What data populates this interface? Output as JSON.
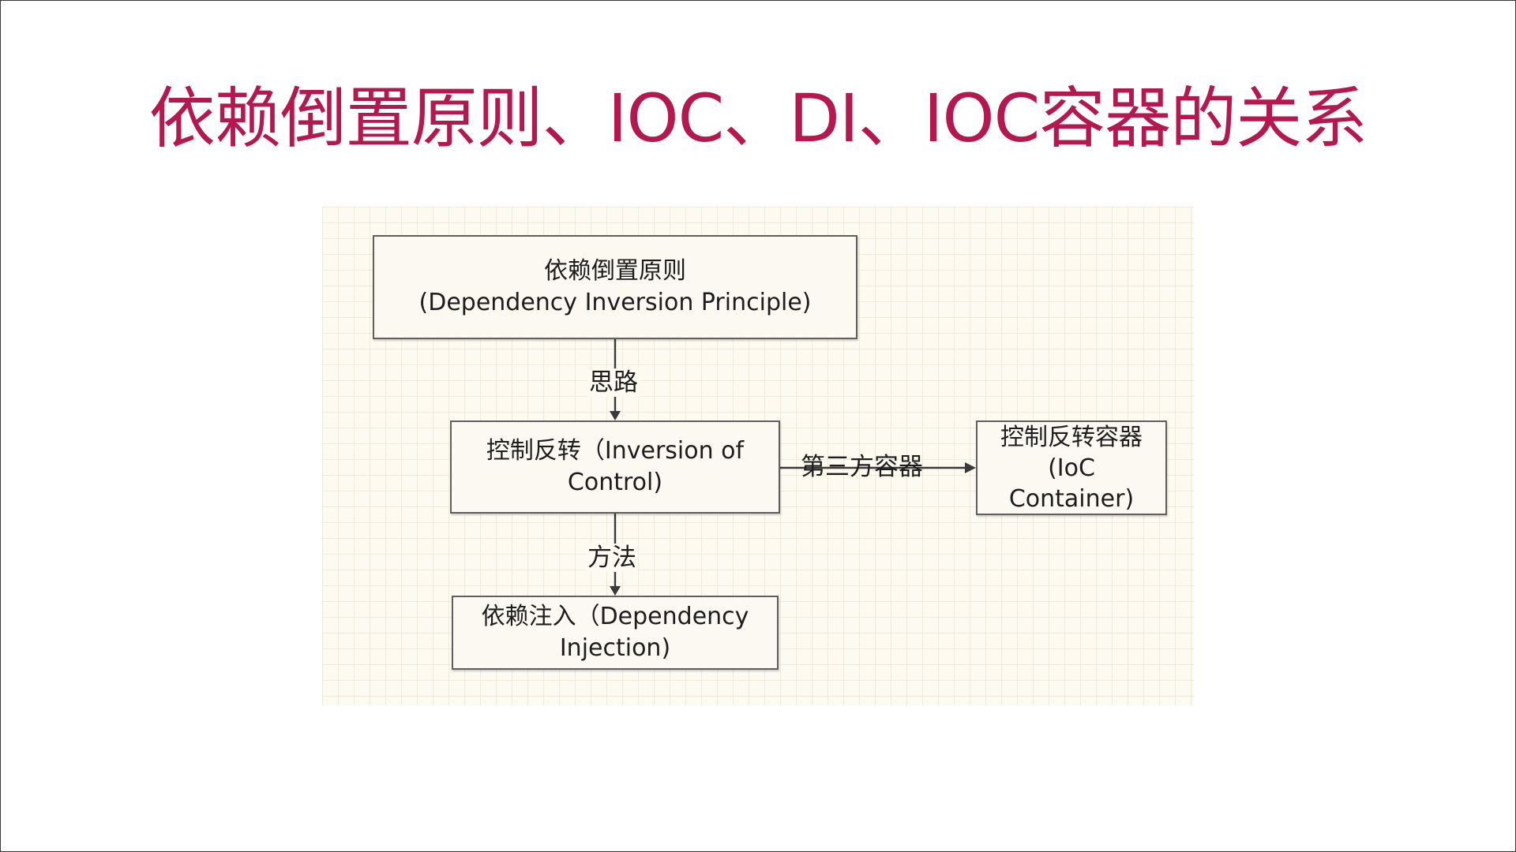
{
  "slide": {
    "title": "依赖倒置原则、IOC、DI、IOC容器的关系"
  },
  "diagram": {
    "nodes": {
      "dip": {
        "line1": "依赖倒置原则",
        "line2": "(Dependency Inversion Principle)"
      },
      "ioc": {
        "line1": "控制反转（Inversion of",
        "line2": "Control)"
      },
      "di": {
        "line1": "依赖注入（Dependency",
        "line2": "Injection)"
      },
      "ioc_container": {
        "line1": "控制反转容器",
        "line2": "(IoC",
        "line3": "Container)"
      }
    },
    "edges": {
      "dip_to_ioc": "思路",
      "ioc_to_di": "方法",
      "ioc_to_container": "第三方容器"
    }
  },
  "colors": {
    "title": "#b5174f",
    "panel_background": "#fcfaf1",
    "grid": "#eeeadc",
    "node_border": "#5f5f5f",
    "text": "#1d1d1d"
  }
}
